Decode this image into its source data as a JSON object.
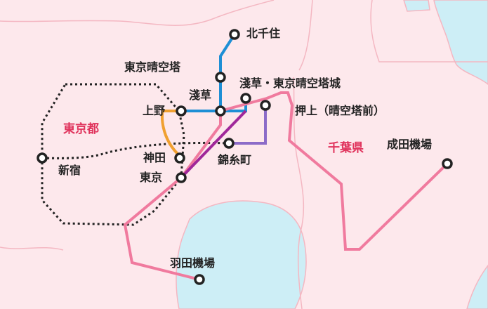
{
  "map": {
    "prefectures": {
      "tokyo": "東京都",
      "chiba": "千葉県"
    },
    "stations": {
      "kitasenju": "北千住",
      "skytree": "東京晴空塔",
      "asakusa": "淺草",
      "asakusa_skytree_town": "淺草・東京晴空塔城",
      "oshiage": "押上（晴空塔前）",
      "ueno": "上野",
      "kanda": "神田",
      "tokyo": "東京",
      "kinshicho": "錦糸町",
      "shinjuku": "新宿",
      "narita": "成田機場",
      "haneda": "羽田機場"
    },
    "colors": {
      "land": "#fde8ec",
      "water": "#cdeef6",
      "border": "#f4b7c2",
      "yamanote_loop": "#222222",
      "chuo_line": "#f0a030",
      "hibiya_line": "#1e8fd5",
      "tobu_line": "#8c6bc8",
      "keisei_line": "#f07a9e",
      "hanzomon_line": "#a0279a",
      "station_fill": "#ffffff",
      "station_ring": "#222222",
      "prefecture_label": "#e0335c"
    }
  }
}
